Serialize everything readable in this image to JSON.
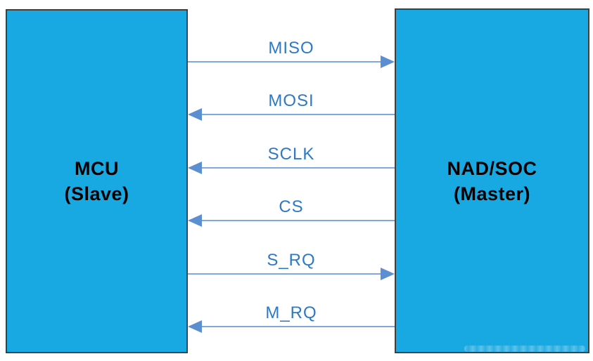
{
  "diagram": {
    "left_box": {
      "line1": "MCU",
      "line2": "(Slave)"
    },
    "right_box": {
      "line1": "NAD/SOC",
      "line2": "(Master)"
    },
    "signals": [
      {
        "label": "MISO",
        "direction": "to-master"
      },
      {
        "label": "MOSI",
        "direction": "to-slave"
      },
      {
        "label": "SCLK",
        "direction": "to-slave"
      },
      {
        "label": "CS",
        "direction": "to-slave"
      },
      {
        "label": "S_RQ",
        "direction": "to-master"
      },
      {
        "label": "M_RQ",
        "direction": "to-slave"
      }
    ],
    "colors": {
      "box_fill": "#18A8E2",
      "box_border": "#3F4040",
      "box_text": "#000000",
      "signal_label": "#2E79C5",
      "arrow_line": "#7FA9DE",
      "arrow_head": "#5C8FD2",
      "background": "#FFFFFF"
    }
  }
}
